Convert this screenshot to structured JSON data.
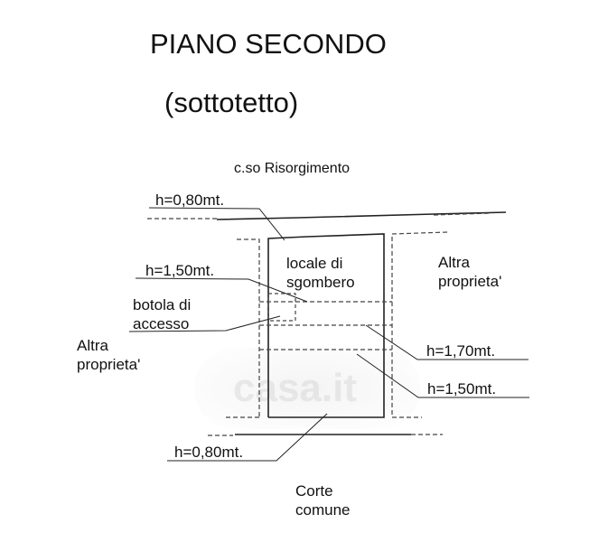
{
  "title": "PIANO SECONDO",
  "subtitle": "(sottotetto)",
  "labels": {
    "street": "c.so Risorgimento",
    "room": [
      "locale di",
      "sgombero"
    ],
    "hatch": [
      "botola di",
      "accesso"
    ],
    "neighbor_left": [
      "Altra",
      "proprieta'"
    ],
    "neighbor_right": [
      "Altra",
      "proprieta'"
    ],
    "courtyard": [
      "Corte",
      "comune"
    ]
  },
  "heights": {
    "top": "h=0,80mt.",
    "left_upper": "h=1,50mt.",
    "right_upper": "h=1,70mt.",
    "right_lower": "h=1,50mt.",
    "bottom": "h=0,80mt."
  },
  "watermark": "casa.it",
  "colors": {
    "line": "#222222",
    "dashed": "#444444",
    "background": "#ffffff"
  }
}
